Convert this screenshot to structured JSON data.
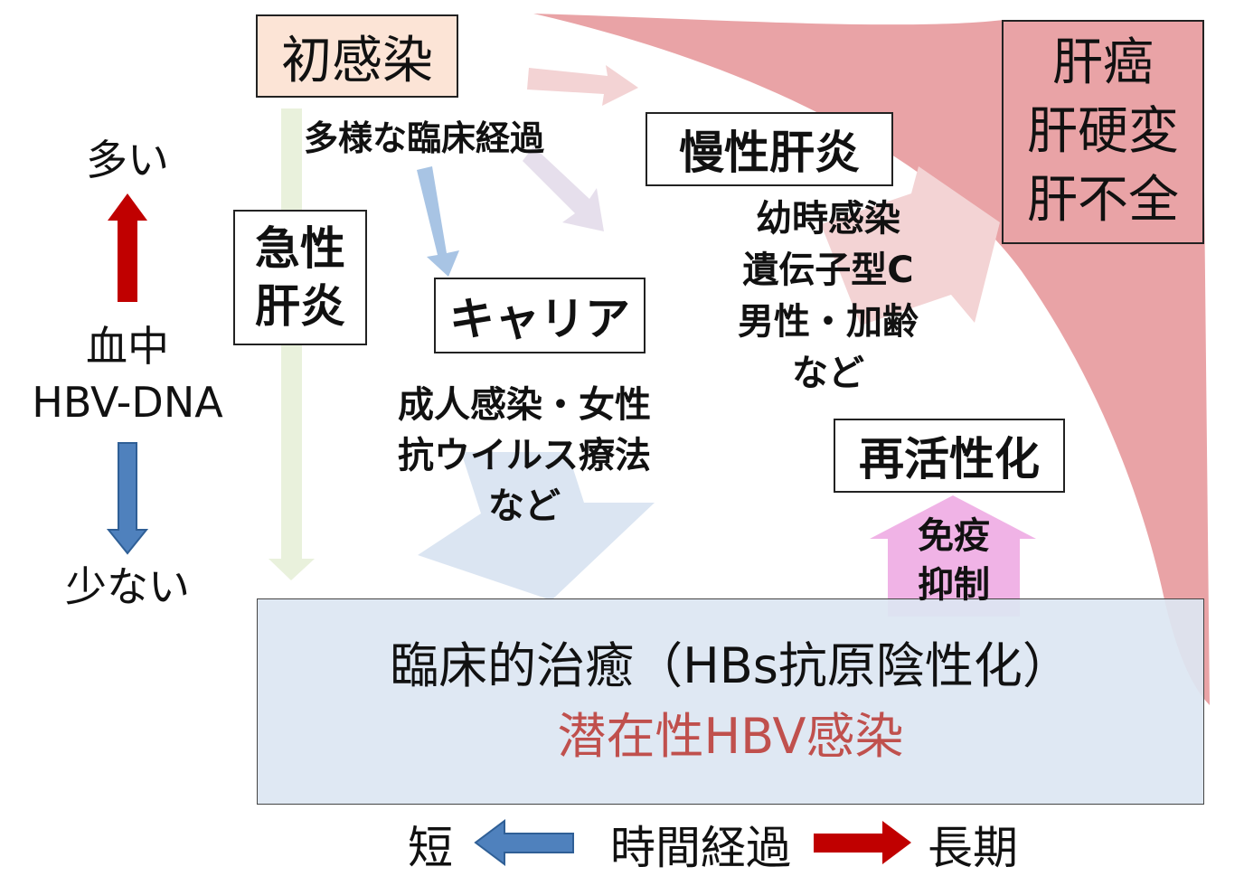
{
  "colors": {
    "liver_wedge": "#e9a3a6",
    "liver_arrow": "#f3d3d4",
    "green_arrow": "#e9f1dc",
    "lavender_arrow": "#e6dfec",
    "blue_arrow": "#a8c4e4",
    "big_blue_arrow": "#dbe5f2",
    "pink_box": "#f0b3e6",
    "up_red": "#c00000",
    "down_blue": "#4f81bd",
    "initial_box": "#fce4d6",
    "outcome_box": "#dce6f2",
    "latent_text": "#c0504d"
  },
  "nodes": {
    "initial_infection": "初感染",
    "acute_hepatitis": [
      "急性",
      "肝炎"
    ],
    "carrier": "キャリア",
    "chronic_hepatitis": "慢性肝炎",
    "end_stage": [
      "肝癌",
      "肝硬変",
      "肝不全"
    ],
    "reactivation": "再活性化",
    "immunosuppression": [
      "免疫",
      "抑制"
    ],
    "clinical_cure": "臨床的治癒（HBs抗原陰性化）",
    "latent_infection": "潜在性HBV感染"
  },
  "labels": {
    "diverse_course": "多様な臨床経過",
    "progression_factors": [
      "幼時感染",
      "遺伝子型C",
      "男性・加齢",
      "など"
    ],
    "cure_factors": [
      "成人感染・女性",
      "抗ウイルス療法",
      "など"
    ]
  },
  "axis_y": {
    "high": "多い",
    "title": [
      "血中",
      "HBV-DNA"
    ],
    "low": "少ない"
  },
  "axis_x": {
    "short": "短",
    "title": "時間経過",
    "long": "長期"
  }
}
